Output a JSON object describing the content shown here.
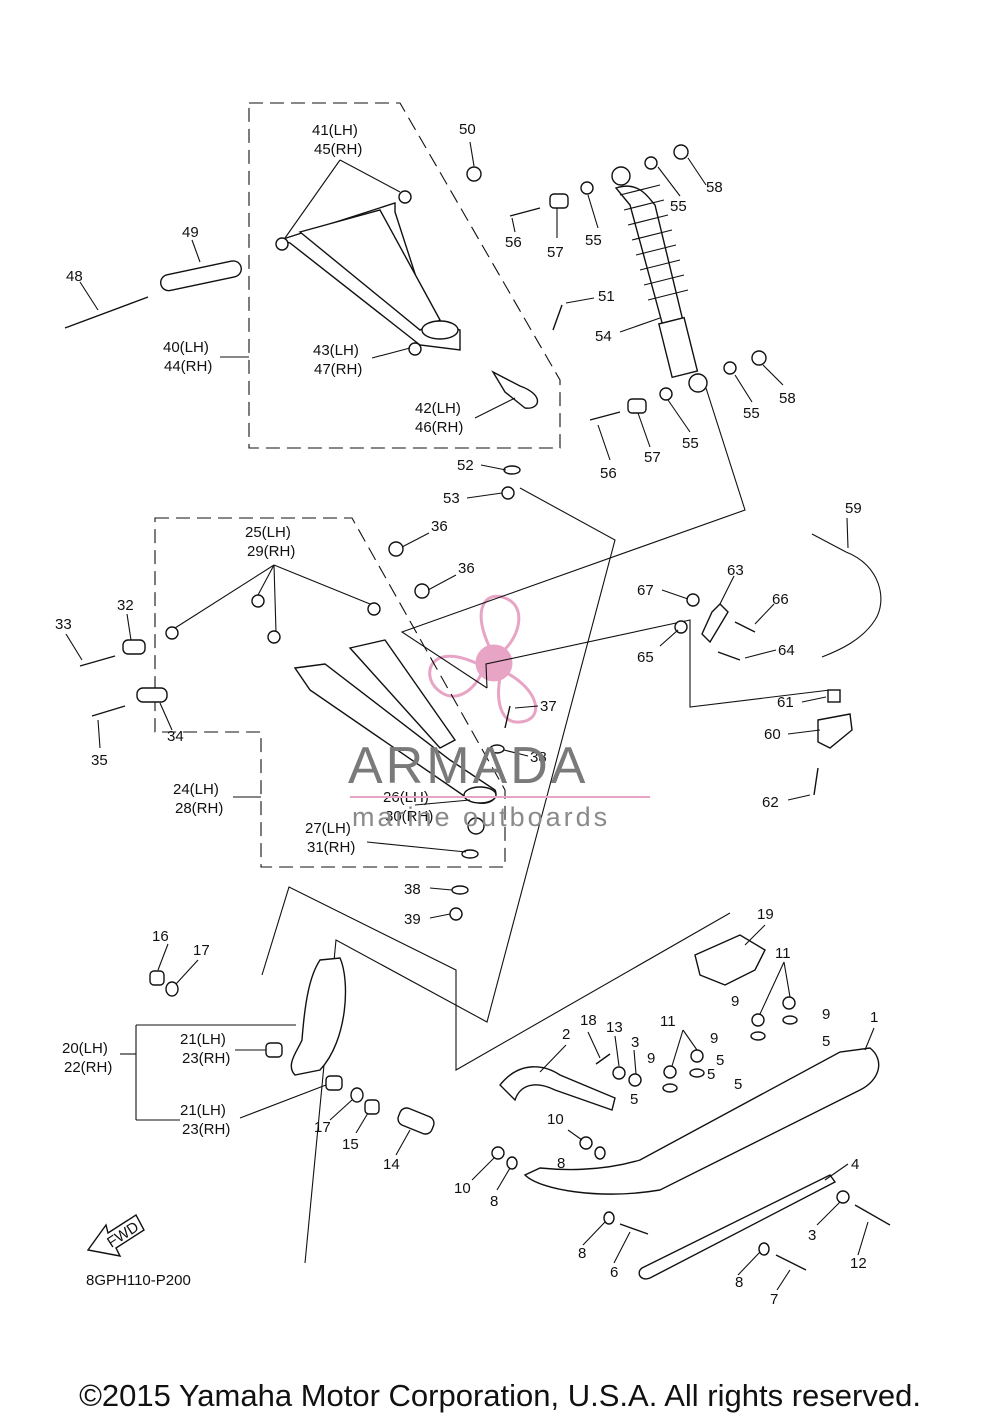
{
  "diagram_code": "8GPH110-P200",
  "copyright": "©2015 Yamaha Motor Corporation, U.S.A. All rights reserved.",
  "fwd_label": "FWD",
  "watermark": {
    "title": "ARMADA",
    "subtitle": "marine outboards",
    "color": "#e8a4c4"
  },
  "labels": {
    "l50": "50",
    "l41": "41(LH)",
    "l45": "45(RH)",
    "l49": "49",
    "l48": "48",
    "l40": "40(LH)",
    "l44": "44(RH)",
    "l43": "43(LH)",
    "l47": "47(RH)",
    "l42": "42(LH)",
    "l46": "46(RH)",
    "l51": "51",
    "l52": "52",
    "l53": "53",
    "l54": "54",
    "l55a": "55",
    "l55b": "55",
    "l55c": "55",
    "l55d": "55",
    "l56a": "56",
    "l56b": "56",
    "l57a": "57",
    "l57b": "57",
    "l58a": "58",
    "l58b": "58",
    "l25": "25(LH)",
    "l29": "29(RH)",
    "l36a": "36",
    "l36b": "36",
    "l32": "32",
    "l33": "33",
    "l34": "34",
    "l35": "35",
    "l37": "37",
    "l38a": "38",
    "l38b": "38",
    "l39": "39",
    "l24": "24(LH)",
    "l28": "28(RH)",
    "l26": "26(LH)",
    "l30": "30(RH)",
    "l27": "27(LH)",
    "l31": "31(RH)",
    "l59": "59",
    "l63": "63",
    "l67": "67",
    "l66": "66",
    "l65": "65",
    "l64": "64",
    "l61": "61",
    "l60": "60",
    "l62": "62",
    "l16": "16",
    "l17a": "17",
    "l17b": "17",
    "l20": "20(LH)",
    "l22": "22(RH)",
    "l21a": "21(LH)",
    "l23a": "23(RH)",
    "l21b": "21(LH)",
    "l23b": "23(RH)",
    "l15": "15",
    "l14": "14",
    "l19": "19",
    "l11a": "11",
    "l11b": "11",
    "l9a": "9",
    "l9b": "9",
    "l9c": "9",
    "l9d": "9",
    "l1": "1",
    "l5a": "5",
    "l5b": "5",
    "l5c": "5",
    "l5d": "5",
    "l5e": "5",
    "l18": "18",
    "l13": "13",
    "l2": "2",
    "l3a": "3",
    "l3b": "3",
    "l10a": "10",
    "l10b": "10",
    "l8a": "8",
    "l8b": "8",
    "l8c": "8",
    "l8d": "8",
    "l4": "4",
    "l12": "12",
    "l6": "6",
    "l7": "7"
  }
}
